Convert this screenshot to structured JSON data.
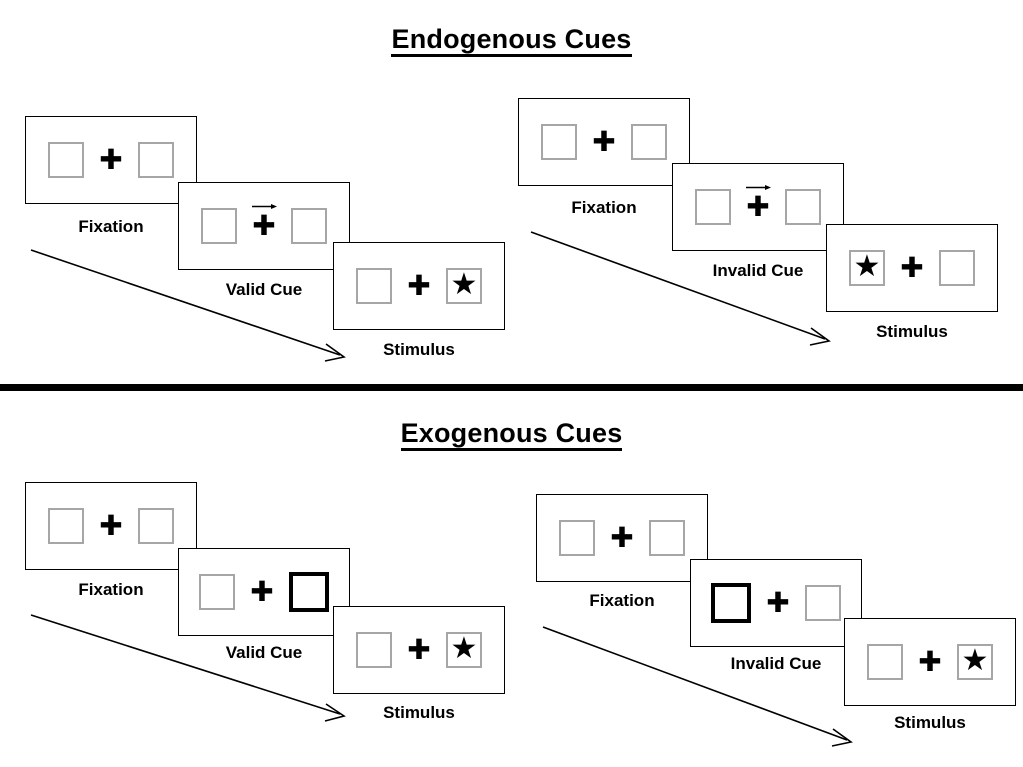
{
  "figure": {
    "title_top": "Endogenous Cues",
    "title_bottom": "Exogenous Cues"
  },
  "icons": {
    "fixation_cross": "✚",
    "star": "★",
    "arrow_right": "→"
  },
  "colors": {
    "panel_border": "#000000",
    "square_border": "#a6a6a6",
    "cue_highlight": "#000000",
    "text": "#000000",
    "background": "#ffffff",
    "divider": "#000000"
  },
  "sections": [
    {
      "id": "endogenous",
      "title": "Endogenous Cues",
      "sequences": [
        {
          "id": "endogenous-valid",
          "condition": "valid",
          "frames": [
            {
              "id": "endo-valid-fixation",
              "label": "Fixation",
              "cue_type": "none",
              "left_box": "empty",
              "right_box": "empty"
            },
            {
              "id": "endo-valid-cue",
              "label": "Valid Cue",
              "cue_type": "arrow",
              "cue_direction": "right",
              "left_box": "empty",
              "right_box": "empty"
            },
            {
              "id": "endo-valid-stimulus",
              "label": "Stimulus",
              "cue_type": "none",
              "left_box": "empty",
              "right_box": "star"
            }
          ]
        },
        {
          "id": "endogenous-invalid",
          "condition": "invalid",
          "frames": [
            {
              "id": "endo-invalid-fixation",
              "label": "Fixation",
              "cue_type": "none",
              "left_box": "empty",
              "right_box": "empty"
            },
            {
              "id": "endo-invalid-cue",
              "label": "Invalid Cue",
              "cue_type": "arrow",
              "cue_direction": "right",
              "left_box": "empty",
              "right_box": "empty"
            },
            {
              "id": "endo-invalid-stimulus",
              "label": "Stimulus",
              "cue_type": "none",
              "left_box": "star",
              "right_box": "empty"
            }
          ]
        }
      ]
    },
    {
      "id": "exogenous",
      "title": "Exogenous Cues",
      "sequences": [
        {
          "id": "exogenous-valid",
          "condition": "valid",
          "frames": [
            {
              "id": "exo-valid-fixation",
              "label": "Fixation",
              "cue_type": "none",
              "left_box": "empty",
              "right_box": "empty"
            },
            {
              "id": "exo-valid-cue",
              "label": "Valid Cue",
              "cue_type": "highlight",
              "cue_side": "right",
              "left_box": "empty",
              "right_box": "highlighted"
            },
            {
              "id": "exo-valid-stimulus",
              "label": "Stimulus",
              "cue_type": "none",
              "left_box": "empty",
              "right_box": "star"
            }
          ]
        },
        {
          "id": "exogenous-invalid",
          "condition": "invalid",
          "frames": [
            {
              "id": "exo-invalid-fixation",
              "label": "Fixation",
              "cue_type": "none",
              "left_box": "empty",
              "right_box": "empty"
            },
            {
              "id": "exo-invalid-cue",
              "label": "Invalid Cue",
              "cue_type": "highlight",
              "cue_side": "left",
              "left_box": "highlighted",
              "right_box": "empty"
            },
            {
              "id": "exo-invalid-stimulus",
              "label": "Stimulus",
              "cue_type": "none",
              "left_box": "empty",
              "right_box": "star"
            }
          ]
        }
      ]
    }
  ]
}
